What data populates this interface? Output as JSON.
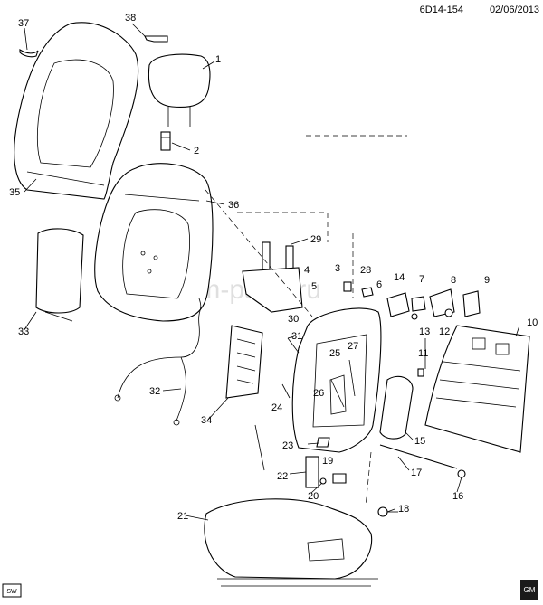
{
  "header": {
    "code": "6D14-154",
    "date": "02/06/2013"
  },
  "watermark": "www.gm-parts.ru",
  "badges": {
    "bottom_left": "SW",
    "logo": "GM"
  },
  "callouts": [
    "1",
    "2",
    "4",
    "5",
    "6",
    "7",
    "8",
    "9",
    "10",
    "11",
    "12",
    "13",
    "14",
    "15",
    "16",
    "17",
    "18",
    "19",
    "20",
    "21",
    "22",
    "23",
    "24",
    "25",
    "26",
    "27",
    "28",
    "29",
    "3",
    "30",
    "31",
    "32",
    "33",
    "34",
    "35",
    "36",
    "37",
    "38"
  ],
  "parts": {
    "headrest": "1",
    "headrest_guide": "2",
    "seat_back_pad": "36",
    "seat_back_cover": "35",
    "seat_back_panel": "10",
    "cushion": "21",
    "harness": "32",
    "lumbar": "34"
  }
}
